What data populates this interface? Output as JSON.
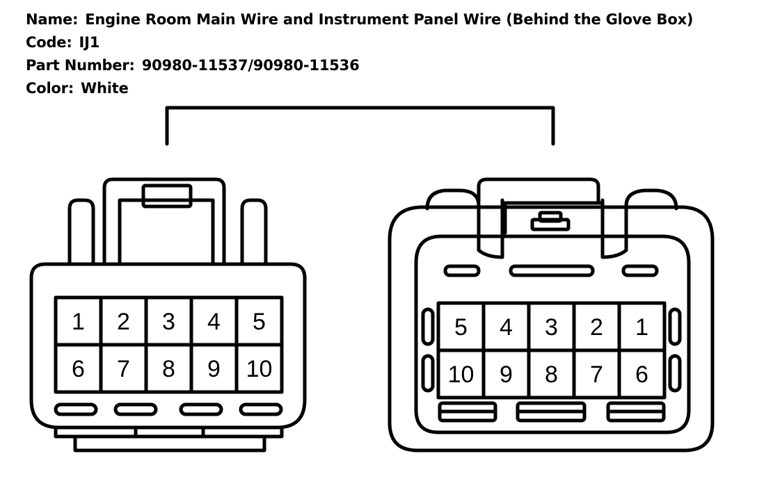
{
  "header": {
    "name_label": "Name:",
    "name_value": "Engine Room Main Wire and Instrument Panel Wire (Behind the Glove Box)",
    "code_label": "Code:",
    "code_value": "IJ1",
    "part_label": "Part Number:",
    "part_value": "90980-11537/90980-11536",
    "color_label": "Color:",
    "color_value": "White"
  },
  "left_connector": {
    "row1": [
      "1",
      "2",
      "3",
      "4",
      "5"
    ],
    "row2": [
      "6",
      "7",
      "8",
      "9",
      "10"
    ]
  },
  "right_connector": {
    "row1": [
      "5",
      "4",
      "3",
      "2",
      "1"
    ],
    "row2": [
      "10",
      "9",
      "8",
      "7",
      "6"
    ]
  }
}
